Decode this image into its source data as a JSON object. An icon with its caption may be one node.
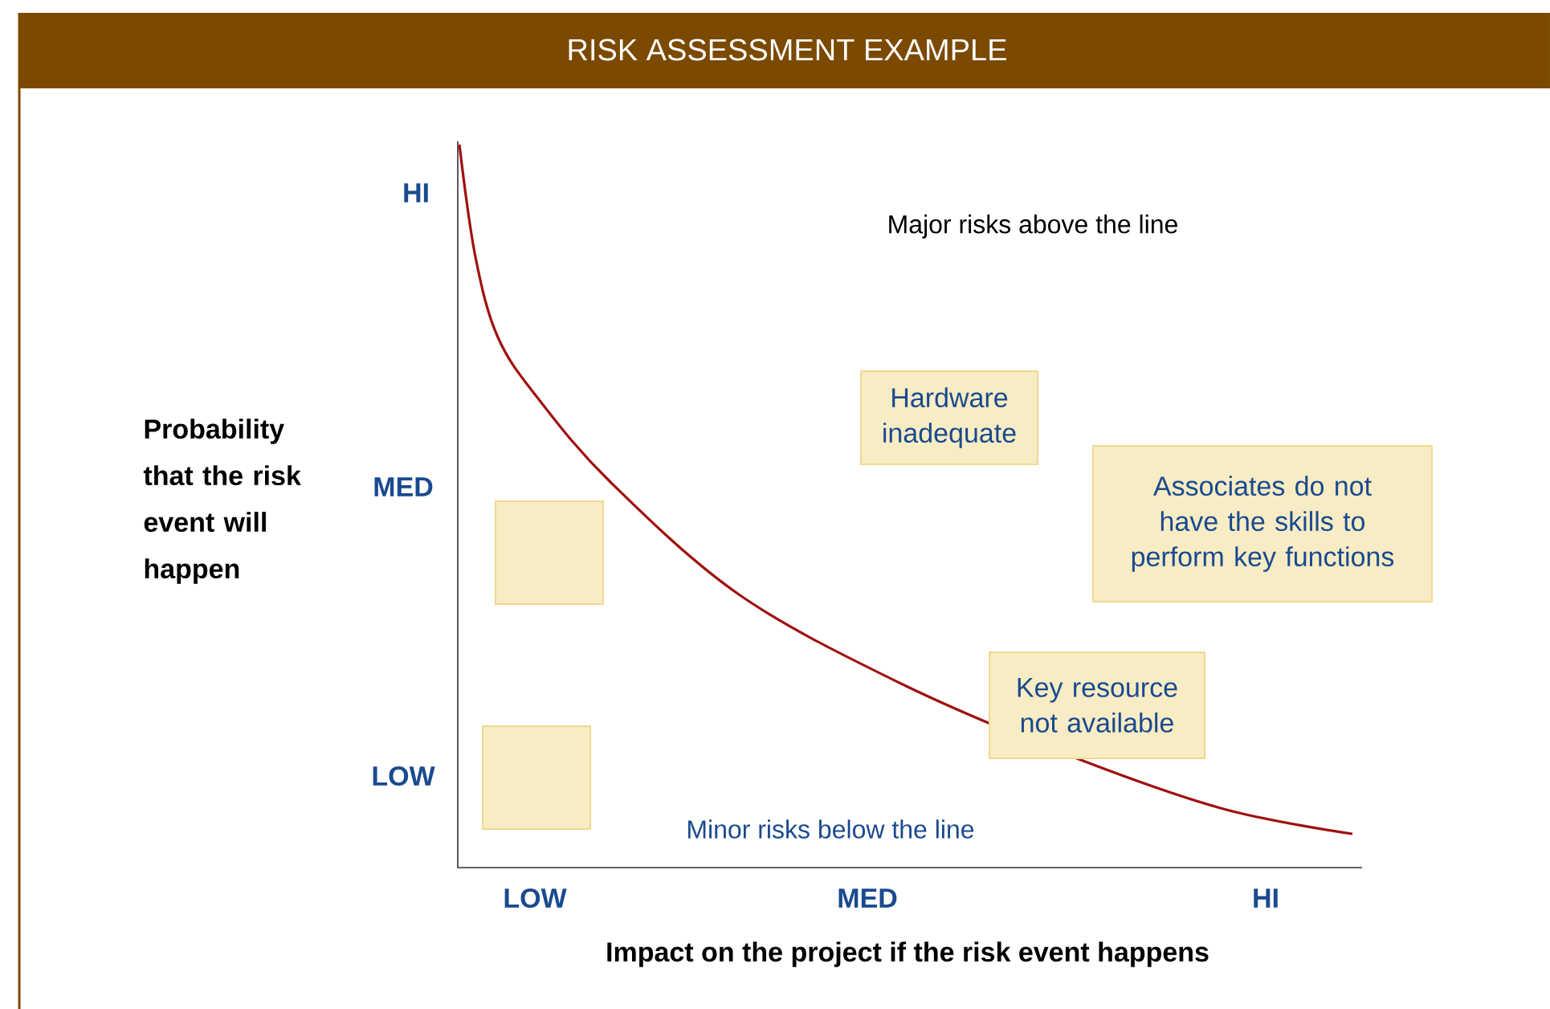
{
  "diagram": {
    "title": "RISK ASSESSMENT EXAMPLE",
    "nodes": [
      {
        "text": [
          "Hardware inadequate"
        ]
      },
      {
        "text": [
          "Associates do not have the skills to perform key functions"
        ]
      },
      {
        "text": [],
        "shape": "box"
      },
      {
        "text": [
          "Key resource not available"
        ]
      },
      {
        "text": [],
        "shape": "box"
      }
    ],
    "edges": [],
    "labels": [
      "HI",
      "Major risks above the line",
      "Probability that the risk event will happen",
      "MED",
      "LOW",
      "Minor risks below the line",
      "LOW",
      "MED",
      "HI",
      "Impact on the project if the risk event happens"
    ]
  }
}
